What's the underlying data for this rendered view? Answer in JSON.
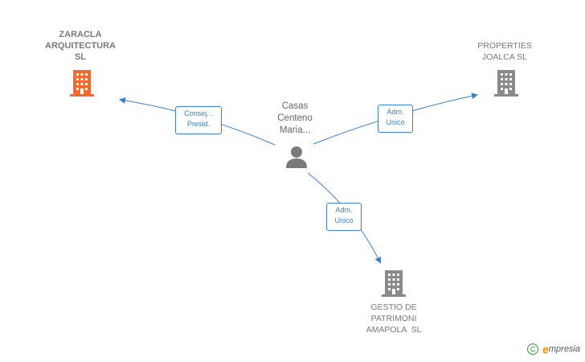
{
  "colors": {
    "edge": "#3b7fd1",
    "highlight_company": "#f26a2e",
    "company": "#8a8a8a",
    "person": "#7a7a7a"
  },
  "nodes": {
    "zaracla": {
      "lines": [
        "ZARACLA",
        "ARQUITECTURA",
        "SL"
      ],
      "icon": "building-icon",
      "color": "#f26a2e"
    },
    "properties": {
      "lines": [
        "PROPERTIES",
        "JOALCA SL"
      ],
      "icon": "building-icon",
      "color": "#8a8a8a"
    },
    "person": {
      "lines": [
        "Casas",
        "Centeno",
        "Maria..."
      ],
      "icon": "person-icon"
    },
    "gestio": {
      "lines": [
        "GESTIO DE",
        "PATRIMONI",
        "AMAPOLA  SL"
      ],
      "icon": "building-icon",
      "color": "#8a8a8a"
    }
  },
  "edges": [
    {
      "from": "person",
      "to": "zaracla",
      "role": [
        "Consej. .",
        "Presid."
      ]
    },
    {
      "from": "person",
      "to": "properties",
      "role": [
        "Adm.",
        "Unico"
      ]
    },
    {
      "from": "person",
      "to": "gestio",
      "role": [
        "Adm.",
        "Unico"
      ]
    }
  ],
  "brand": {
    "copyright_symbol": "C",
    "first_letter": "e",
    "name_rest": "mpresia"
  }
}
